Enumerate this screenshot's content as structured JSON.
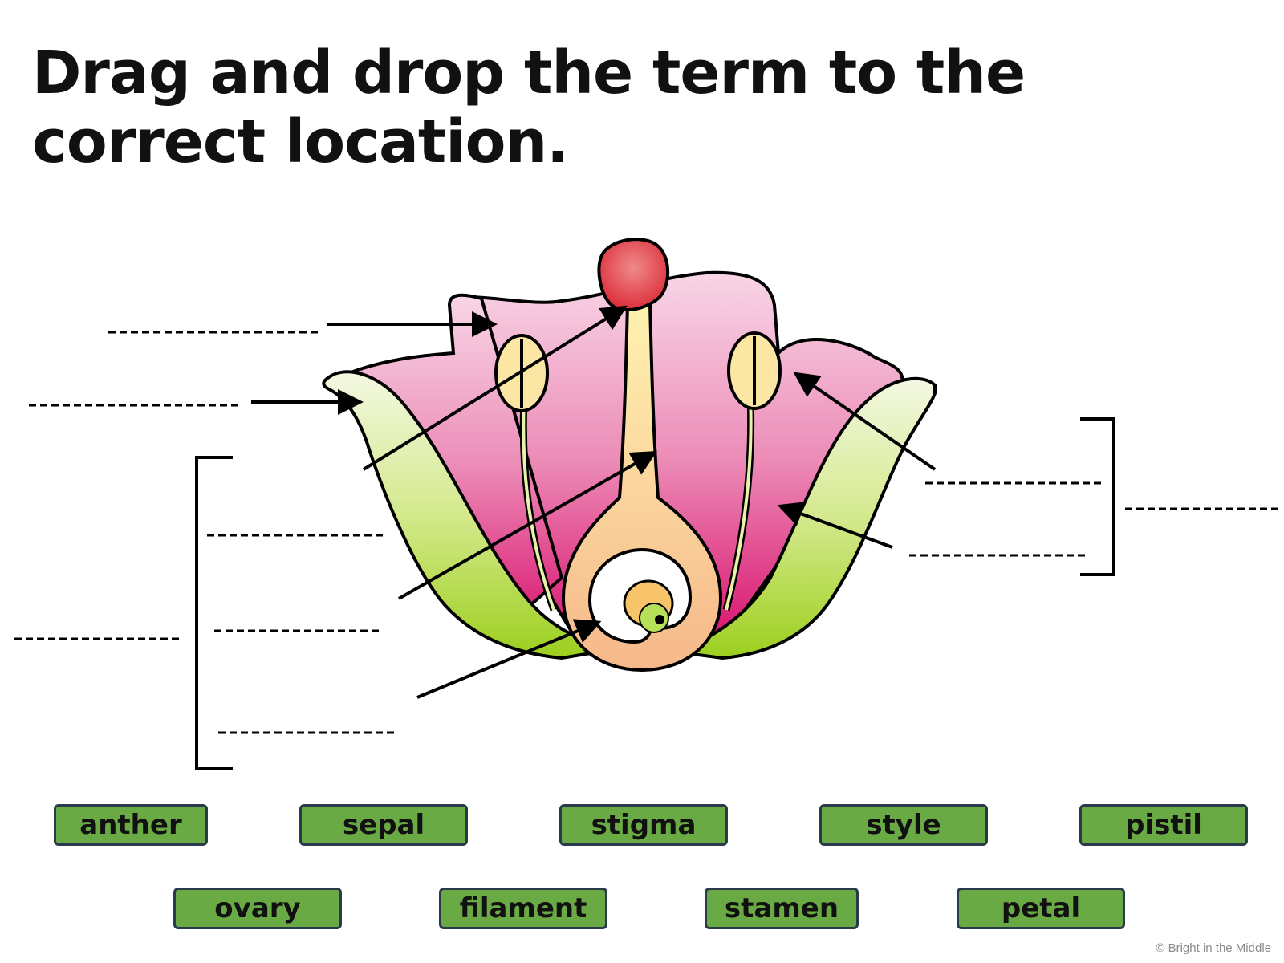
{
  "title": "Drag and drop the term to the correct location.",
  "terms": [
    "anther",
    "sepal",
    "stigma",
    "style",
    "pistil",
    "ovary",
    "filament",
    "stamen",
    "petal"
  ],
  "copyright": "© Bright in the Middle",
  "colors": {
    "term_fill": "#6aaa45",
    "term_border": "#2b3a4a",
    "petal_pink": "#e2558f",
    "sepal_green": "#a6d235",
    "stigma_red": "#e02a3a",
    "style_cream": "#fde7a6"
  }
}
